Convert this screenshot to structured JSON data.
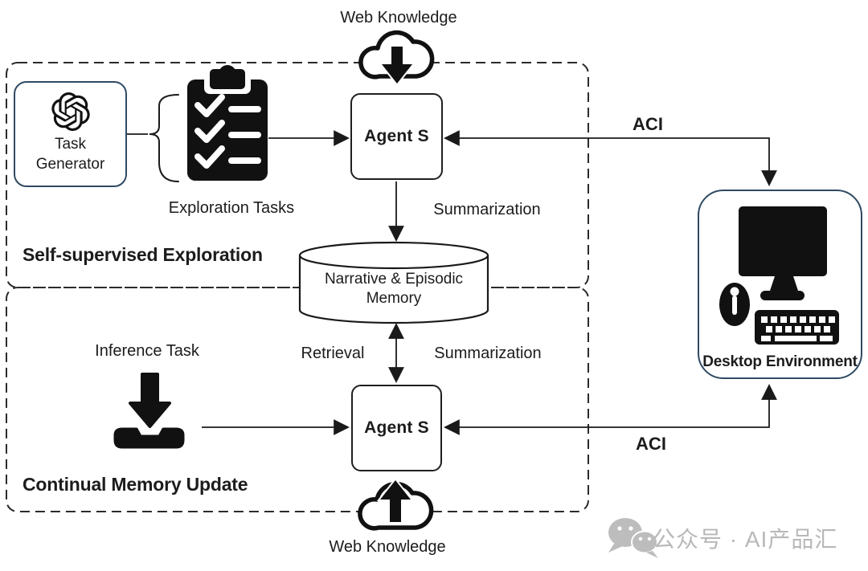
{
  "labels": {
    "web_knowledge_top": "Web Knowledge",
    "web_knowledge_bottom": "Web Knowledge",
    "task_generator_line1": "Task",
    "task_generator_line2": "Generator",
    "exploration_tasks": "Exploration Tasks",
    "self_supervised_exploration": "Self-supervised Exploration",
    "continual_memory_update": "Continual Memory Update",
    "agent_s_top": "Agent S",
    "agent_s_bottom": "Agent S",
    "summarization_top": "Summarization",
    "summarization_bottom": "Summarization",
    "retrieval": "Retrieval",
    "inference_task": "Inference Task",
    "memory_line1": "Narrative & Episodic",
    "memory_line2": "Memory",
    "aci_top": "ACI",
    "aci_bottom": "ACI",
    "desktop_environment": "Desktop Environment",
    "watermark": "公众号 · AI产品汇"
  },
  "icons": {
    "top_cloud": "cloud-download-icon",
    "bottom_cloud": "cloud-upload-icon",
    "task_generator": "openai-logo-icon",
    "exploration_tasks": "clipboard-checklist-icon",
    "inference_task": "download-tray-icon",
    "desktop": "desktop-computer-icon",
    "watermark": "wechat-icon"
  },
  "colors": {
    "accent_border": "#2f4a63",
    "line": "#1a1a1a",
    "icon_fill": "#111111",
    "dashed_border": "#2b2b2b",
    "watermark": "#b8b8b8"
  }
}
